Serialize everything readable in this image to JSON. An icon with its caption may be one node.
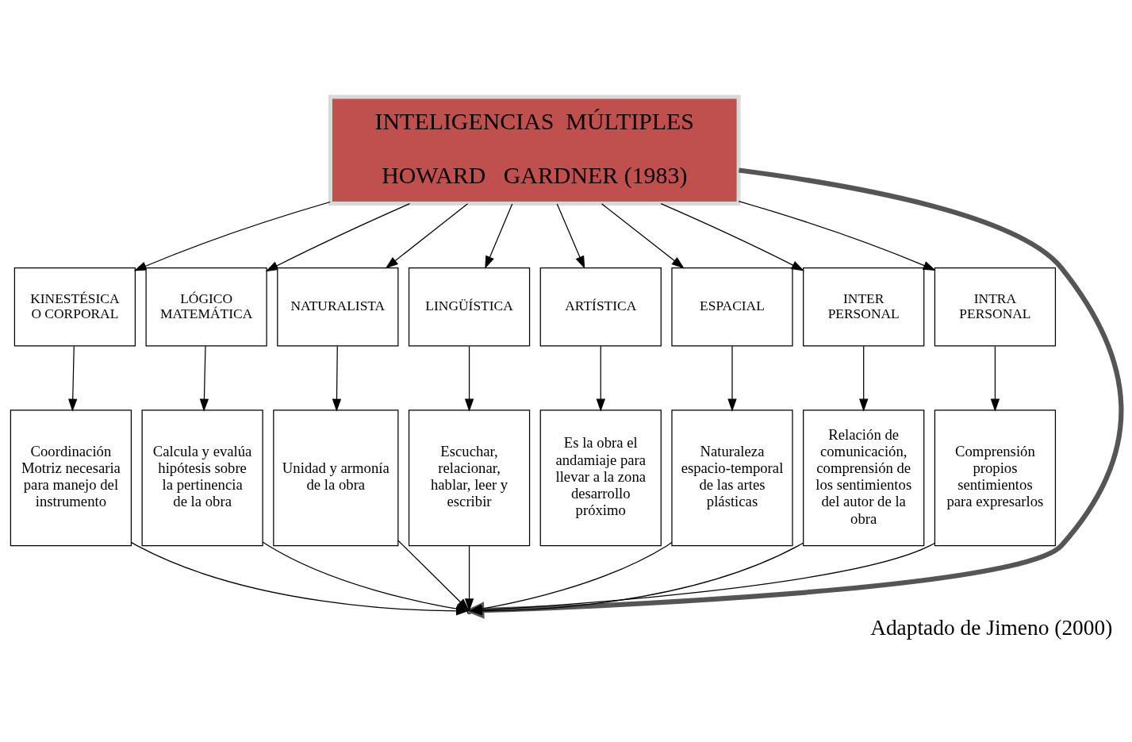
{
  "diagram": {
    "caption": "Adaptado de Jimeno (2000)",
    "nodes": [
      {
        "text": [
          "INTELIGENCIAS  MÚLTIPLES",
          "HOWARD   GARDNER (1983)"
        ]
      },
      {
        "text": [
          "KINESTÉSICA O CORPORAL"
        ]
      },
      {
        "text": [
          "LÓGICO MATEMÁTICA"
        ]
      },
      {
        "text": [
          "NATURALISTA"
        ]
      },
      {
        "text": [
          "LINGÜÍSTICA"
        ]
      },
      {
        "text": [
          "ARTÍSTICA"
        ]
      },
      {
        "text": [
          "ESPACIAL"
        ]
      },
      {
        "text": [
          "INTER PERSONAL"
        ]
      },
      {
        "text": [
          "INTRA PERSONAL"
        ]
      },
      {
        "text": [
          "Coordinación Motriz necesaria para manejo del instrumento"
        ]
      },
      {
        "text": [
          "Calcula y evalúa hipótesis sobre la pertinencia de la obra"
        ]
      },
      {
        "text": [
          "Unidad y armonía de la obra"
        ]
      },
      {
        "text": [
          "Escuchar, relacionar, hablar, leer y escribir"
        ]
      },
      {
        "text": [
          "Es la obra el andamiaje para llevar a la zona desarrollo próximo"
        ]
      },
      {
        "text": [
          "Naturaleza espacio-temporal de las artes plásticas"
        ]
      },
      {
        "text": [
          "Relación de comunicación, comprensión de los sentimientos del autor de la obra"
        ]
      },
      {
        "text": [
          "Comprensión propios sentimientos para expresarlos"
        ]
      },
      {
        "text": [],
        "shape": "point"
      }
    ],
    "edges": [
      {
        "from": 0,
        "to": 1,
        "arrow": "to"
      },
      {
        "from": 0,
        "to": 2,
        "arrow": "to"
      },
      {
        "from": 0,
        "to": 3,
        "arrow": "to"
      },
      {
        "from": 0,
        "to": 4,
        "arrow": "to"
      },
      {
        "from": 0,
        "to": 5,
        "arrow": "to"
      },
      {
        "from": 0,
        "to": 6,
        "arrow": "to"
      },
      {
        "from": 0,
        "to": 7,
        "arrow": "to"
      },
      {
        "from": 0,
        "to": 8,
        "arrow": "to"
      },
      {
        "from": 1,
        "to": 9,
        "arrow": "to"
      },
      {
        "from": 2,
        "to": 10,
        "arrow": "to"
      },
      {
        "from": 3,
        "to": 11,
        "arrow": "to"
      },
      {
        "from": 4,
        "to": 12,
        "arrow": "to"
      },
      {
        "from": 5,
        "to": 13,
        "arrow": "to"
      },
      {
        "from": 6,
        "to": 14,
        "arrow": "to"
      },
      {
        "from": 7,
        "to": 15,
        "arrow": "to"
      },
      {
        "from": 8,
        "to": 16,
        "arrow": "to"
      },
      {
        "from": 9,
        "to": 17,
        "arrow": "to"
      },
      {
        "from": 10,
        "to": 17,
        "arrow": "to"
      },
      {
        "from": 11,
        "to": 17,
        "arrow": "to"
      },
      {
        "from": 12,
        "to": 17,
        "arrow": "to"
      },
      {
        "from": 14,
        "to": 17,
        "arrow": "to"
      },
      {
        "from": 15,
        "to": 17,
        "arrow": "to"
      },
      {
        "from": 16,
        "to": 17,
        "arrow": "to"
      },
      {
        "from": 0,
        "to": 17,
        "arrow": "to",
        "style": "thick"
      }
    ]
  }
}
